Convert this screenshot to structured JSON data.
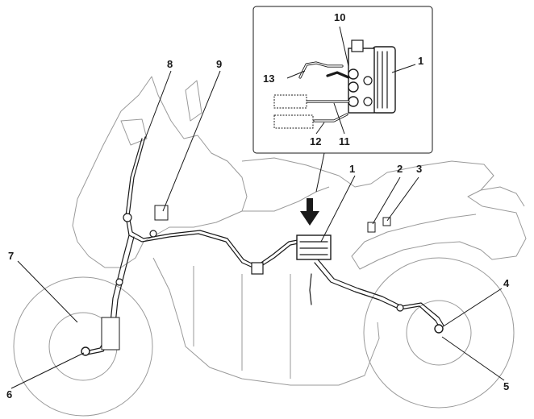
{
  "labels": {
    "n1_inset": "1",
    "n10": "10",
    "n13": "13",
    "n12": "12",
    "n11": "11",
    "n1_main": "1",
    "n2": "2",
    "n3": "3",
    "n4": "4",
    "n5": "5",
    "n6": "6",
    "n7": "7",
    "n8": "8",
    "n9": "9"
  },
  "icons": {
    "arrow": "down-arrow-icon"
  }
}
